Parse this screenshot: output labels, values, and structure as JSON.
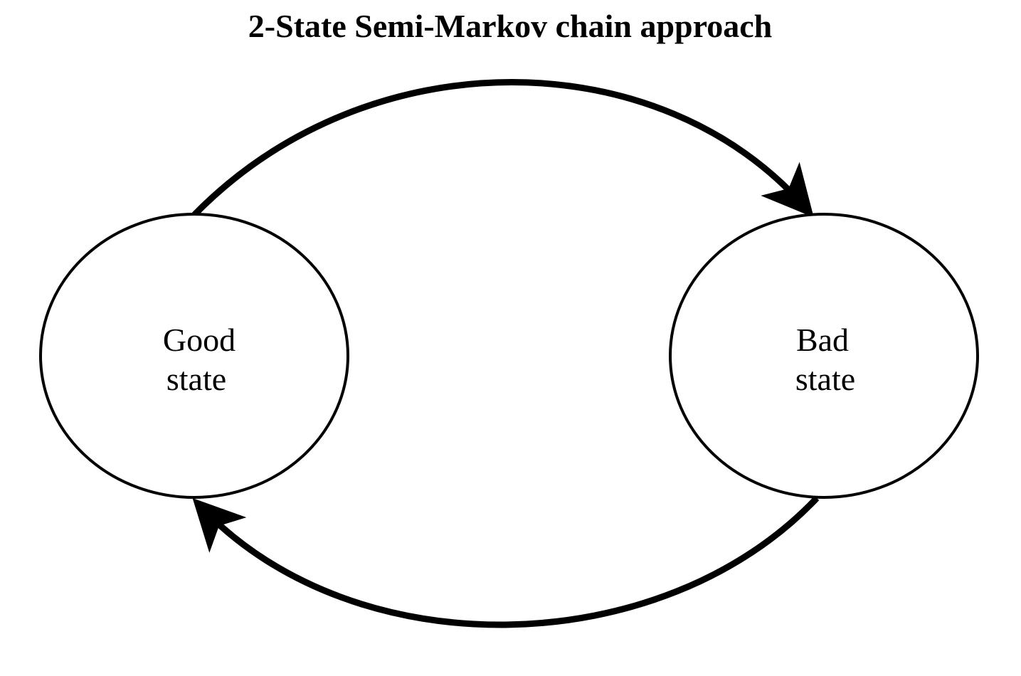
{
  "title": "2-State Semi-Markov chain approach",
  "nodes": {
    "good": {
      "line1": "Good",
      "line2": "state"
    },
    "bad": {
      "line1": "Bad",
      "line2": "state"
    }
  },
  "edges": [
    {
      "from": "good",
      "to": "bad"
    },
    {
      "from": "bad",
      "to": "good"
    }
  ],
  "colors": {
    "stroke": "#000000",
    "background": "#ffffff"
  }
}
